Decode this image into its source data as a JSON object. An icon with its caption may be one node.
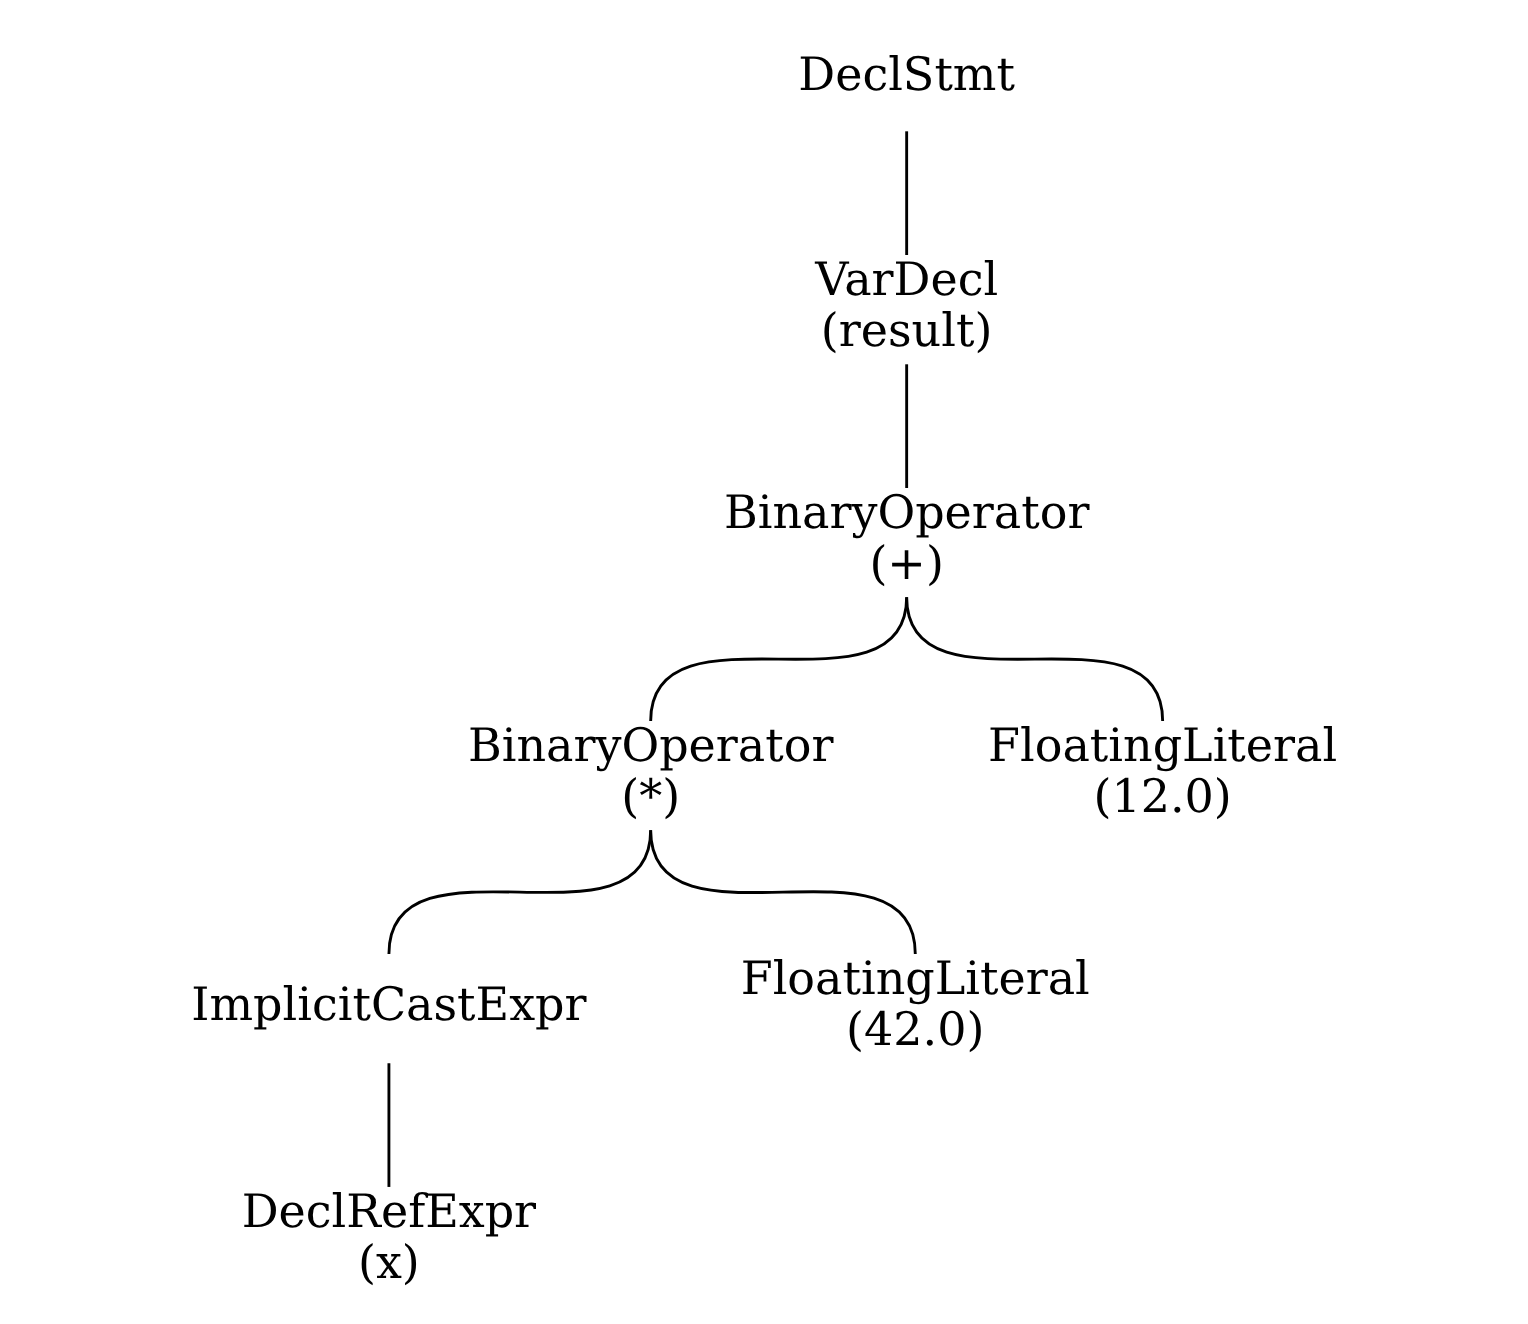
{
  "diagram": {
    "nodes": [
      {
        "text": [
          "DeclStmt"
        ]
      },
      {
        "text": [
          "VarDecl",
          "(result)"
        ]
      },
      {
        "text": [
          "BinaryOperator",
          "(+)"
        ]
      },
      {
        "text": [
          "BinaryOperator",
          "(*)"
        ]
      },
      {
        "text": [
          "FloatingLiteral",
          "(12.0)"
        ]
      },
      {
        "text": [
          "ImplicitCastExpr"
        ]
      },
      {
        "text": [
          "FloatingLiteral",
          "(42.0)"
        ]
      },
      {
        "text": [
          "DeclRefExpr",
          "(x)"
        ]
      }
    ],
    "edges": [
      {
        "from": 0,
        "to": 1,
        "arrow": "none"
      },
      {
        "from": 1,
        "to": 2,
        "arrow": "none"
      },
      {
        "from": 2,
        "to": 3,
        "arrow": "none"
      },
      {
        "from": 2,
        "to": 4,
        "arrow": "none"
      },
      {
        "from": 3,
        "to": 5,
        "arrow": "none"
      },
      {
        "from": 3,
        "to": 6,
        "arrow": "none"
      },
      {
        "from": 5,
        "to": 7,
        "arrow": "none"
      }
    ]
  }
}
